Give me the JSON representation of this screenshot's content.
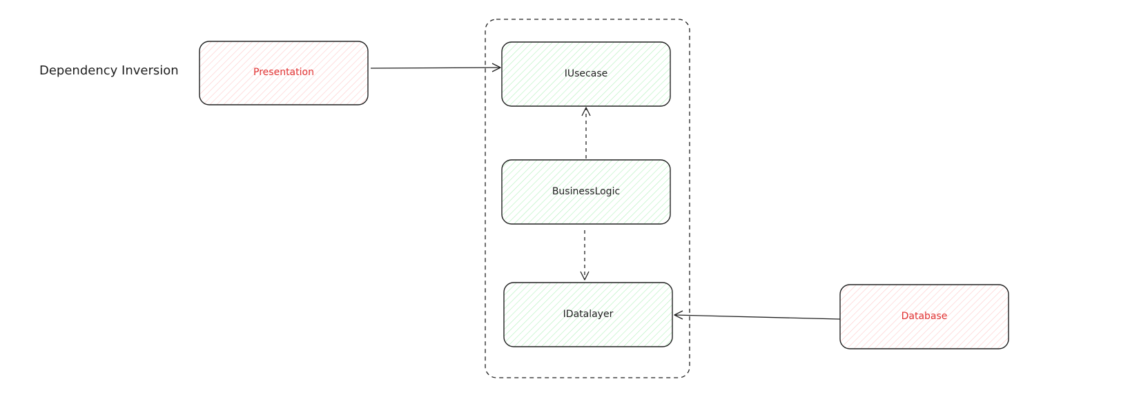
{
  "diagram": {
    "title": "Dependency Inversion",
    "colors": {
      "stroke": "#1e1e1e",
      "red_fill": "#ffc9c9",
      "green_fill": "#b2f2bb",
      "red_text": "#e03131",
      "dark_text": "#1e1e1e"
    },
    "nodes": {
      "presentation": {
        "label": "Presentation"
      },
      "iusecase": {
        "label": "IUsecase"
      },
      "business_logic": {
        "label": "BusinessLogic"
      },
      "idatalayer": {
        "label": "IDatalayer"
      },
      "database": {
        "label": "Database"
      }
    },
    "edges": [
      {
        "from": "presentation",
        "to": "iusecase",
        "style": "solid"
      },
      {
        "from": "business_logic",
        "to": "iusecase",
        "style": "dashed"
      },
      {
        "from": "business_logic",
        "to": "idatalayer",
        "style": "dashed"
      },
      {
        "from": "database",
        "to": "idatalayer",
        "style": "solid"
      }
    ]
  }
}
